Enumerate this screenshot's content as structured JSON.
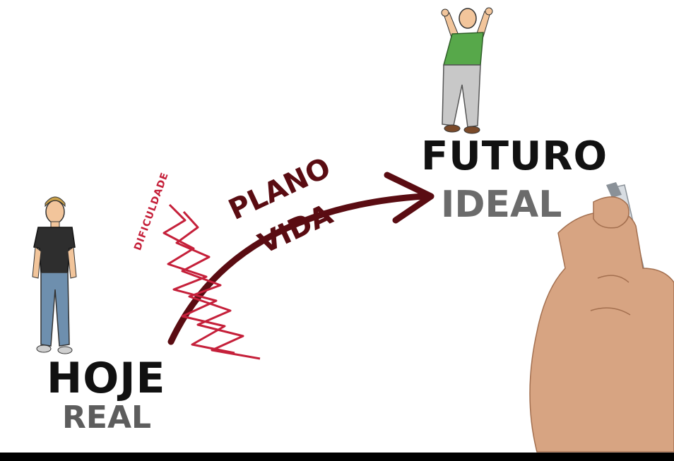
{
  "labels": {
    "hoje": "HOJE",
    "real": "REAL",
    "futuro": "FUTURO",
    "ideal": "IDEAL",
    "plano": "PLANO",
    "vida": "VIDA",
    "dificuldade": "DIFICULDADE"
  },
  "colors": {
    "background": "#ffffff",
    "arrow": "#5a0c12",
    "difficulty": "#c5203a",
    "primary_text": "#111111",
    "secondary_text": "#6b6b6b"
  },
  "icons": [
    "standing-man-illustration",
    "celebrating-man-illustration",
    "hand-with-marker-illustration"
  ]
}
